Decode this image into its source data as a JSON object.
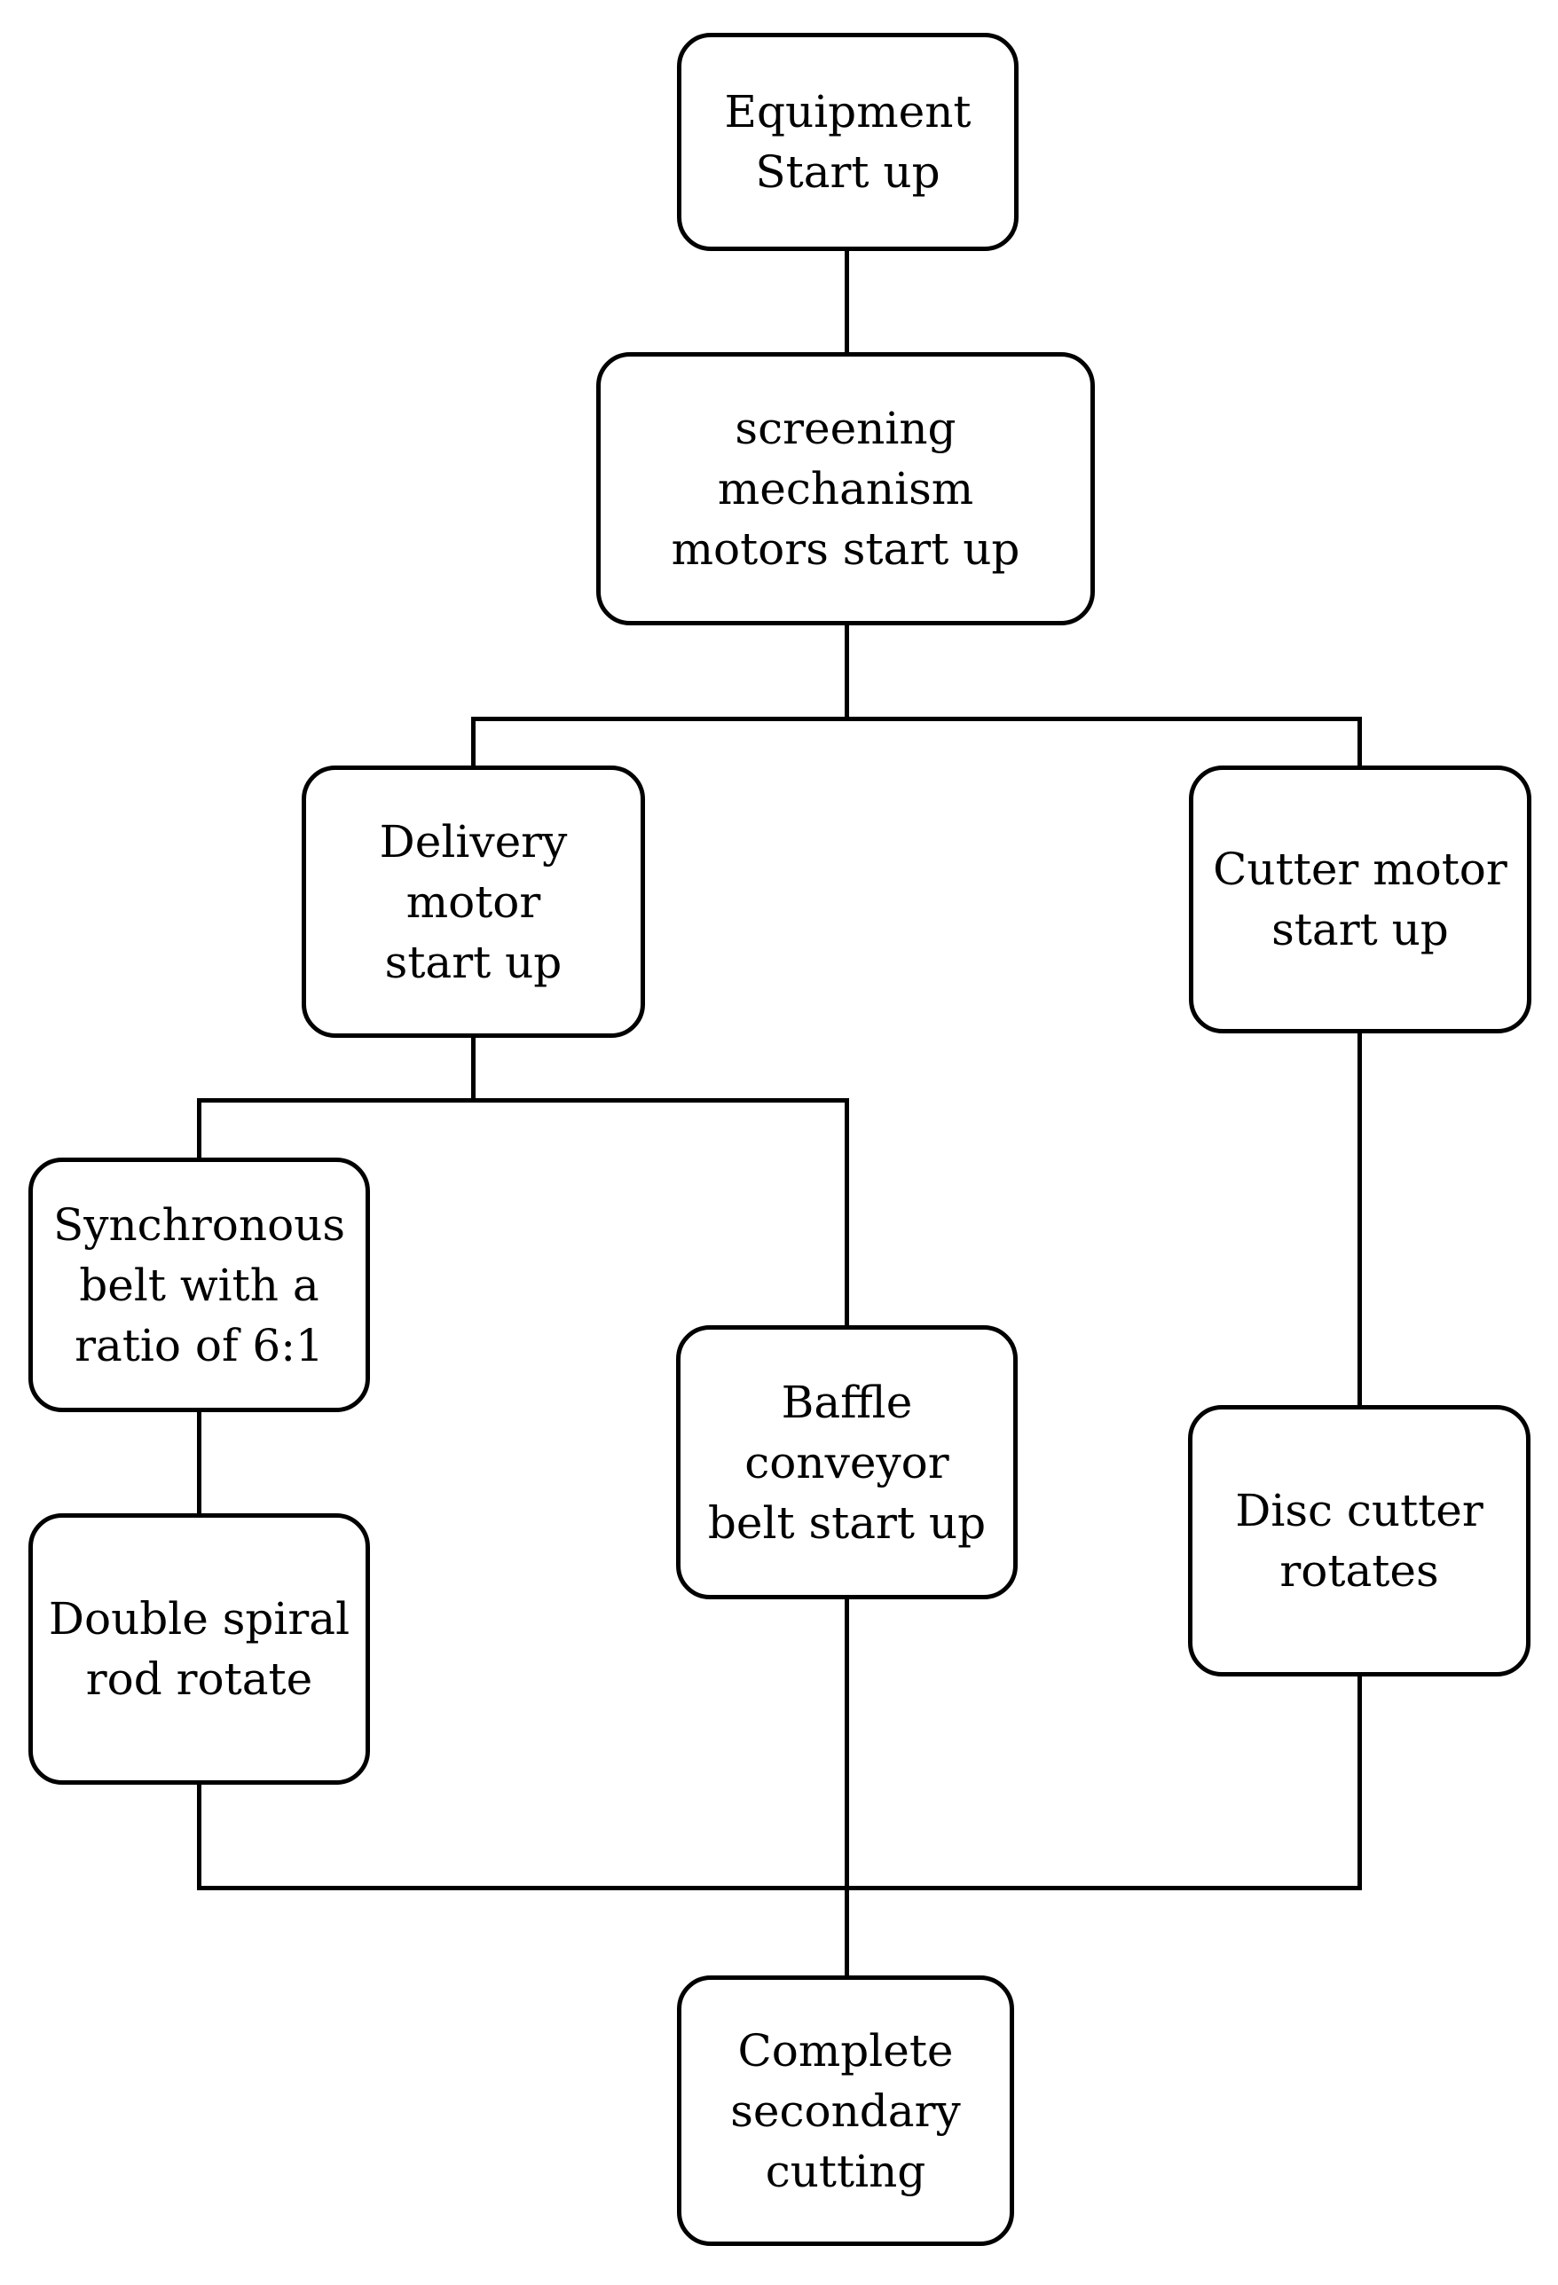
{
  "diagram": {
    "type": "flowchart",
    "background_color": "#ffffff",
    "line_color": "#000000",
    "text_color": "#000000",
    "nodes": [
      {
        "id": "equipment-start-up",
        "label": "Equipment\nStart up"
      },
      {
        "id": "screening-mechanism-motors-start-up",
        "label": "screening mechanism\nmotors start up"
      },
      {
        "id": "delivery-motor-start-up",
        "label": "Delivery\nmotor\nstart up"
      },
      {
        "id": "cutter-motor-start-up",
        "label": "Cutter motor\nstart up"
      },
      {
        "id": "synchronous-belt-ratio",
        "label": "Synchronous\nbelt with a\nratio of 6:1"
      },
      {
        "id": "double-spiral-rod-rotate",
        "label": "Double spiral\nrod rotate"
      },
      {
        "id": "baffle-conveyor-belt-start-up",
        "label": "Baffle\nconveyor\nbelt start up"
      },
      {
        "id": "disc-cutter-rotates",
        "label": "Disc cutter\nrotates"
      },
      {
        "id": "complete-secondary-cutting",
        "label": "Complete\nsecondary\ncutting"
      }
    ],
    "edges": [
      {
        "from": "equipment-start-up",
        "to": "screening-mechanism-motors-start-up"
      },
      {
        "from": "screening-mechanism-motors-start-up",
        "to": "delivery-motor-start-up"
      },
      {
        "from": "screening-mechanism-motors-start-up",
        "to": "cutter-motor-start-up"
      },
      {
        "from": "delivery-motor-start-up",
        "to": "synchronous-belt-ratio"
      },
      {
        "from": "delivery-motor-start-up",
        "to": "baffle-conveyor-belt-start-up"
      },
      {
        "from": "synchronous-belt-ratio",
        "to": "double-spiral-rod-rotate"
      },
      {
        "from": "cutter-motor-start-up",
        "to": "disc-cutter-rotates"
      },
      {
        "from": "double-spiral-rod-rotate",
        "to": "complete-secondary-cutting"
      },
      {
        "from": "baffle-conveyor-belt-start-up",
        "to": "complete-secondary-cutting"
      },
      {
        "from": "disc-cutter-rotates",
        "to": "complete-secondary-cutting"
      }
    ]
  }
}
